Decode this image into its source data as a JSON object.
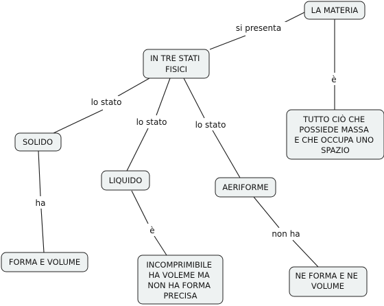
{
  "nodes": {
    "la_materia": {
      "lines": [
        "LA MATERIA"
      ]
    },
    "tre_stati": {
      "lines": [
        "IN TRE STATI",
        "FISICI"
      ]
    },
    "tutto_cio": {
      "lines": [
        "TUTTO CIÒ CHE",
        "POSSIEDE MASSA",
        "E CHE OCCUPA UNO",
        "SPAZIO"
      ]
    },
    "solido": {
      "lines": [
        "SOLIDO"
      ]
    },
    "liquido": {
      "lines": [
        "LIQUIDO"
      ]
    },
    "aeriforme": {
      "lines": [
        "AERIFORME"
      ]
    },
    "forma_volume": {
      "lines": [
        "FORMA E VOLUME"
      ]
    },
    "incomprimibile": {
      "lines": [
        "INCOMPRIMIBILE",
        "HA VOLEME MA",
        "NON HA FORMA",
        "PRECISA"
      ]
    },
    "ne_forma": {
      "lines": [
        "NE FORMA E NE",
        "VOLUME"
      ]
    }
  },
  "links": {
    "si_presenta": "si presenta",
    "e_materia": "è",
    "lo_stato_solido": "lo stato",
    "lo_stato_liquido": "lo stato",
    "lo_stato_aeriforme": "lo stato",
    "ha": "ha",
    "e_liquido": "è",
    "non_ha": "non ha"
  },
  "colors": {
    "node_fill": "#eef2f2",
    "node_border": "#222222",
    "line": "#1a1a1a"
  }
}
